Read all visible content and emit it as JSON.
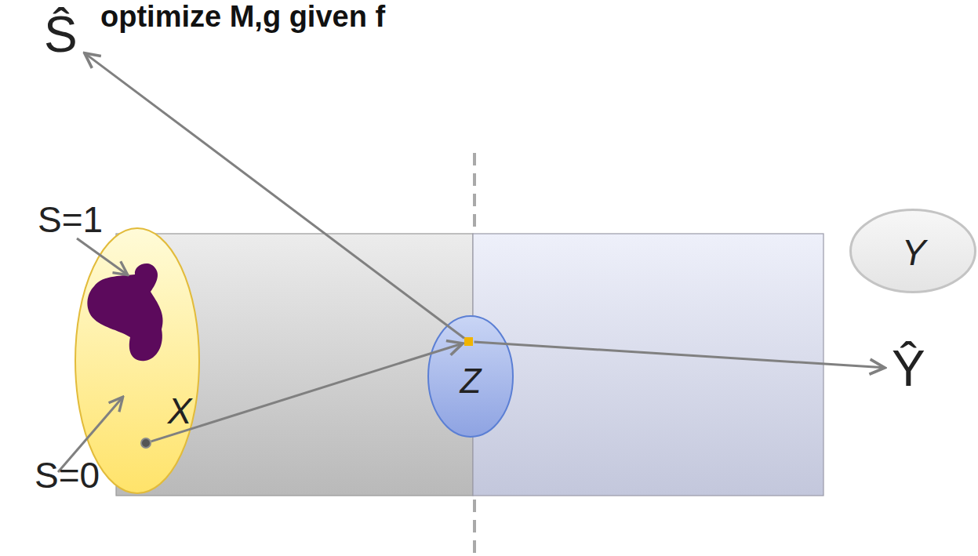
{
  "diagram": {
    "title": "optimize M,g given f",
    "nodes": [
      {
        "text": [
          "Ŝ"
        ]
      },
      {
        "text": [
          "X"
        ]
      },
      {
        "text": [
          "Z"
        ]
      },
      {
        "text": [
          "Y"
        ]
      },
      {
        "text": [
          "Ŷ"
        ]
      }
    ],
    "edges": [
      {
        "from": 1,
        "to": 2,
        "arrow": "to"
      },
      {
        "from": 2,
        "to": 0,
        "arrow": "to"
      },
      {
        "from": 2,
        "to": 4,
        "arrow": "to"
      }
    ],
    "labels": [
      "S=1",
      "S=0"
    ]
  }
}
